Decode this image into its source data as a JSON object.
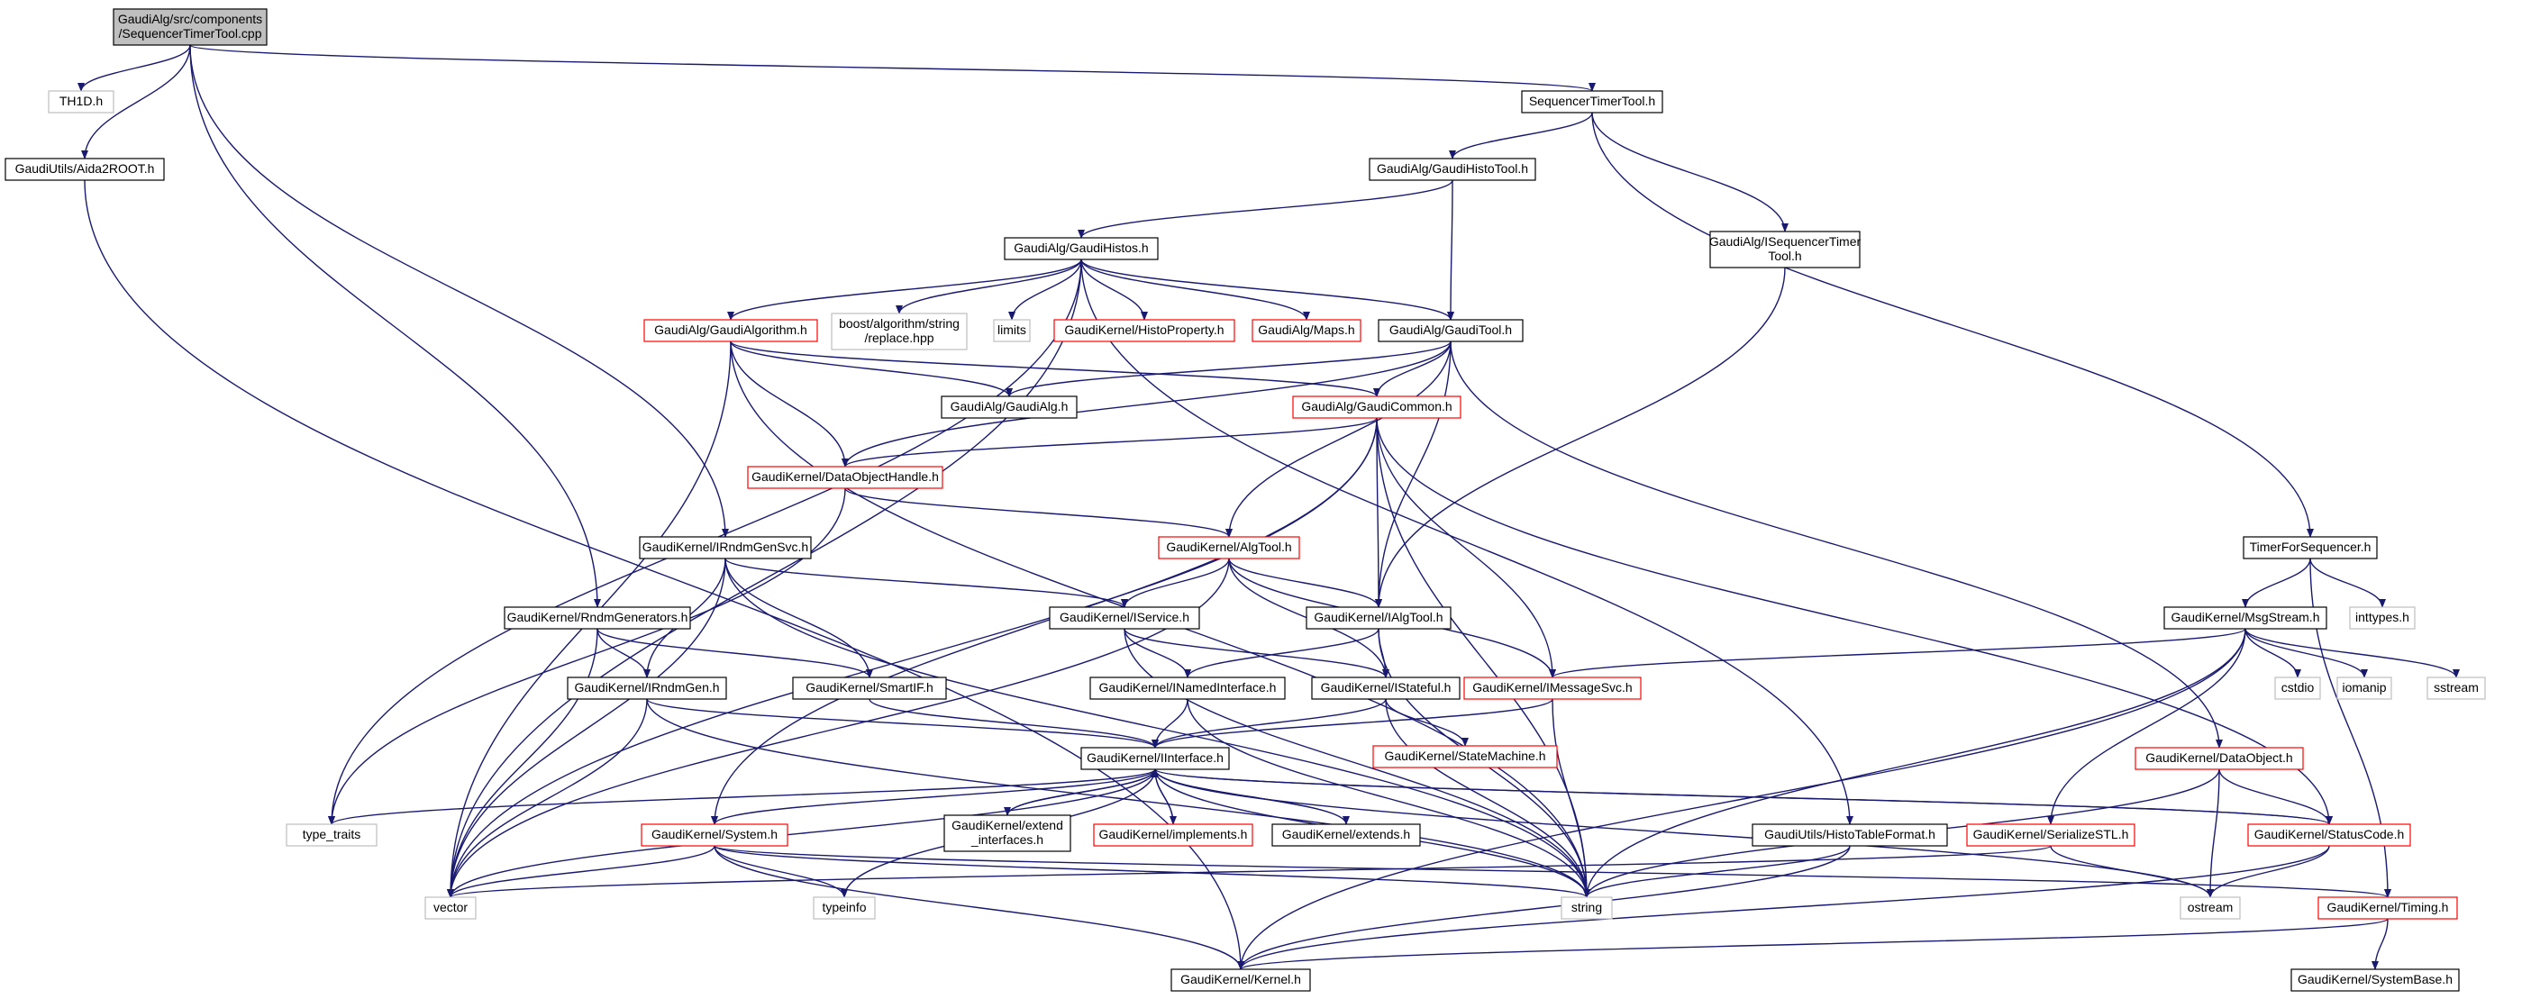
{
  "colors": {
    "edge": "#191970",
    "border_normal": "#000000",
    "border_incomplete": "#ff0000",
    "border_system": "#bfbfbf",
    "root_fill": "#bfbfbf",
    "node_fill": "#ffffff"
  },
  "nodes": [
    {
      "id": "root",
      "lines": [
        "GaudiAlg/src/components",
        "/SequencerTimerTool.cpp"
      ],
      "kind": "root"
    },
    {
      "id": "th1d",
      "lines": [
        "TH1D.h"
      ],
      "kind": "system"
    },
    {
      "id": "aida2root",
      "lines": [
        "GaudiUtils/Aida2ROOT.h"
      ],
      "kind": "normal"
    },
    {
      "id": "seqtimertool",
      "lines": [
        "SequencerTimerTool.h"
      ],
      "kind": "normal"
    },
    {
      "id": "gaudihistotool",
      "lines": [
        "GaudiAlg/GaudiHistoTool.h"
      ],
      "kind": "normal"
    },
    {
      "id": "iseqtimertool",
      "lines": [
        "GaudiAlg/ISequencerTimer",
        "Tool.h"
      ],
      "kind": "normal"
    },
    {
      "id": "gaudihistos",
      "lines": [
        "GaudiAlg/GaudiHistos.h"
      ],
      "kind": "normal"
    },
    {
      "id": "gaudialgorithm",
      "lines": [
        "GaudiAlg/GaudiAlgorithm.h"
      ],
      "kind": "incomplete"
    },
    {
      "id": "boostreplace",
      "lines": [
        "boost/algorithm/string",
        "/replace.hpp"
      ],
      "kind": "system"
    },
    {
      "id": "limits",
      "lines": [
        "limits"
      ],
      "kind": "system"
    },
    {
      "id": "histoproperty",
      "lines": [
        "GaudiKernel/HistoProperty.h"
      ],
      "kind": "incomplete"
    },
    {
      "id": "maps",
      "lines": [
        "GaudiAlg/Maps.h"
      ],
      "kind": "incomplete"
    },
    {
      "id": "gauditool",
      "lines": [
        "GaudiAlg/GaudiTool.h"
      ],
      "kind": "normal"
    },
    {
      "id": "gaudialg",
      "lines": [
        "GaudiAlg/GaudiAlg.h"
      ],
      "kind": "normal"
    },
    {
      "id": "gaudicommon",
      "lines": [
        "GaudiAlg/GaudiCommon.h"
      ],
      "kind": "incomplete"
    },
    {
      "id": "dataobjecthandle",
      "lines": [
        "GaudiKernel/DataObjectHandle.h"
      ],
      "kind": "incomplete"
    },
    {
      "id": "algtool",
      "lines": [
        "GaudiKernel/AlgTool.h"
      ],
      "kind": "incomplete"
    },
    {
      "id": "irndmgensvc",
      "lines": [
        "GaudiKernel/IRndmGenSvc.h"
      ],
      "kind": "normal"
    },
    {
      "id": "rndmgenerators",
      "lines": [
        "GaudiKernel/RndmGenerators.h"
      ],
      "kind": "normal"
    },
    {
      "id": "iservice",
      "lines": [
        "GaudiKernel/IService.h"
      ],
      "kind": "normal"
    },
    {
      "id": "ialgtool",
      "lines": [
        "GaudiKernel/IAlgTool.h"
      ],
      "kind": "normal"
    },
    {
      "id": "timerforsequencer",
      "lines": [
        "TimerForSequencer.h"
      ],
      "kind": "normal"
    },
    {
      "id": "msgstream",
      "lines": [
        "GaudiKernel/MsgStream.h"
      ],
      "kind": "normal"
    },
    {
      "id": "inttypes",
      "lines": [
        "inttypes.h"
      ],
      "kind": "system"
    },
    {
      "id": "irndmgen",
      "lines": [
        "GaudiKernel/IRndmGen.h"
      ],
      "kind": "normal"
    },
    {
      "id": "smartif",
      "lines": [
        "GaudiKernel/SmartIF.h"
      ],
      "kind": "normal"
    },
    {
      "id": "inamedinterface",
      "lines": [
        "GaudiKernel/INamedInterface.h"
      ],
      "kind": "normal"
    },
    {
      "id": "istateful",
      "lines": [
        "GaudiKernel/IStateful.h"
      ],
      "kind": "normal"
    },
    {
      "id": "imessagesvc",
      "lines": [
        "GaudiKernel/IMessageSvc.h"
      ],
      "kind": "incomplete"
    },
    {
      "id": "cstdio",
      "lines": [
        "cstdio"
      ],
      "kind": "system"
    },
    {
      "id": "iomanip",
      "lines": [
        "iomanip"
      ],
      "kind": "system"
    },
    {
      "id": "sstream",
      "lines": [
        "sstream"
      ],
      "kind": "system"
    },
    {
      "id": "statemachine",
      "lines": [
        "GaudiKernel/StateMachine.h"
      ],
      "kind": "incomplete"
    },
    {
      "id": "iinterface",
      "lines": [
        "GaudiKernel/IInterface.h"
      ],
      "kind": "normal"
    },
    {
      "id": "dataobject",
      "lines": [
        "GaudiKernel/DataObject.h"
      ],
      "kind": "incomplete"
    },
    {
      "id": "typetraits",
      "lines": [
        "type_traits"
      ],
      "kind": "system"
    },
    {
      "id": "system",
      "lines": [
        "GaudiKernel/System.h"
      ],
      "kind": "incomplete"
    },
    {
      "id": "extendinterfaces",
      "lines": [
        "GaudiKernel/extend",
        "_interfaces.h"
      ],
      "kind": "normal"
    },
    {
      "id": "implements",
      "lines": [
        "GaudiKernel/implements.h"
      ],
      "kind": "incomplete"
    },
    {
      "id": "extends",
      "lines": [
        "GaudiKernel/extends.h"
      ],
      "kind": "normal"
    },
    {
      "id": "histotableformat",
      "lines": [
        "GaudiUtils/HistoTableFormat.h"
      ],
      "kind": "normal"
    },
    {
      "id": "serializestl",
      "lines": [
        "GaudiKernel/SerializeSTL.h"
      ],
      "kind": "incomplete"
    },
    {
      "id": "statuscode",
      "lines": [
        "GaudiKernel/StatusCode.h"
      ],
      "kind": "incomplete"
    },
    {
      "id": "vector",
      "lines": [
        "vector"
      ],
      "kind": "system"
    },
    {
      "id": "typeinfo",
      "lines": [
        "typeinfo"
      ],
      "kind": "system"
    },
    {
      "id": "string",
      "lines": [
        "string"
      ],
      "kind": "system"
    },
    {
      "id": "ostream",
      "lines": [
        "ostream"
      ],
      "kind": "system"
    },
    {
      "id": "timing",
      "lines": [
        "GaudiKernel/Timing.h"
      ],
      "kind": "incomplete"
    },
    {
      "id": "kernel",
      "lines": [
        "GaudiKernel/Kernel.h"
      ],
      "kind": "normal"
    },
    {
      "id": "systembase",
      "lines": [
        "GaudiKernel/SystemBase.h"
      ],
      "kind": "normal"
    }
  ],
  "edges": [
    [
      "root",
      "th1d"
    ],
    [
      "root",
      "aida2root"
    ],
    [
      "root",
      "seqtimertool"
    ],
    [
      "root",
      "irndmgensvc"
    ],
    [
      "root",
      "rndmgenerators"
    ],
    [
      "aida2root",
      "kernel"
    ],
    [
      "seqtimertool",
      "gaudihistotool"
    ],
    [
      "seqtimertool",
      "iseqtimertool"
    ],
    [
      "seqtimertool",
      "timerforsequencer"
    ],
    [
      "gaudihistotool",
      "gaudihistos"
    ],
    [
      "gaudihistotool",
      "gauditool"
    ],
    [
      "iseqtimertool",
      "ialgtool"
    ],
    [
      "gaudihistos",
      "gaudialgorithm"
    ],
    [
      "gaudihistos",
      "boostreplace"
    ],
    [
      "gaudihistos",
      "limits"
    ],
    [
      "gaudihistos",
      "histoproperty"
    ],
    [
      "gaudihistos",
      "maps"
    ],
    [
      "gaudihistos",
      "gauditool"
    ],
    [
      "gaudihistos",
      "histotableformat"
    ],
    [
      "gaudihistos",
      "vector"
    ],
    [
      "gaudihistos",
      "typetraits"
    ],
    [
      "gaudialgorithm",
      "gaudialg"
    ],
    [
      "gaudialgorithm",
      "gaudicommon"
    ],
    [
      "gaudialgorithm",
      "dataobjecthandle"
    ],
    [
      "gaudialgorithm",
      "vector"
    ],
    [
      "gaudialgorithm",
      "string"
    ],
    [
      "gauditool",
      "gaudialg"
    ],
    [
      "gauditool",
      "gaudicommon"
    ],
    [
      "gauditool",
      "dataobjecthandle"
    ],
    [
      "gauditool",
      "algtool"
    ],
    [
      "gauditool",
      "ialgtool"
    ],
    [
      "gauditool",
      "dataobject"
    ],
    [
      "gaudicommon",
      "dataobjecthandle"
    ],
    [
      "gaudicommon",
      "ialgtool"
    ],
    [
      "gaudicommon",
      "imessagesvc"
    ],
    [
      "gaudicommon",
      "statuscode"
    ],
    [
      "gaudicommon",
      "string"
    ],
    [
      "gaudicommon",
      "vector"
    ],
    [
      "gaudicommon",
      "system"
    ],
    [
      "dataobjecthandle",
      "algtool"
    ],
    [
      "dataobjecthandle",
      "typetraits"
    ],
    [
      "algtool",
      "iservice"
    ],
    [
      "algtool",
      "ialgtool"
    ],
    [
      "algtool",
      "istateful"
    ],
    [
      "algtool",
      "imessagesvc"
    ],
    [
      "algtool",
      "vector"
    ],
    [
      "irndmgensvc",
      "iservice"
    ],
    [
      "irndmgensvc",
      "smartif"
    ],
    [
      "irndmgensvc",
      "irndmgen"
    ],
    [
      "irndmgensvc",
      "string"
    ],
    [
      "irndmgensvc",
      "vector"
    ],
    [
      "rndmgenerators",
      "irndmgen"
    ],
    [
      "rndmgenerators",
      "smartif"
    ],
    [
      "rndmgenerators",
      "vector"
    ],
    [
      "iservice",
      "inamedinterface"
    ],
    [
      "iservice",
      "istateful"
    ],
    [
      "iservice",
      "string"
    ],
    [
      "ialgtool",
      "inamedinterface"
    ],
    [
      "ialgtool",
      "istateful"
    ],
    [
      "ialgtool",
      "string"
    ],
    [
      "timerforsequencer",
      "msgstream"
    ],
    [
      "timerforsequencer",
      "inttypes"
    ],
    [
      "timerforsequencer",
      "timing"
    ],
    [
      "msgstream",
      "imessagesvc"
    ],
    [
      "msgstream",
      "serializestl"
    ],
    [
      "msgstream",
      "cstdio"
    ],
    [
      "msgstream",
      "iomanip"
    ],
    [
      "msgstream",
      "sstream"
    ],
    [
      "msgstream",
      "string"
    ],
    [
      "msgstream",
      "kernel"
    ],
    [
      "irndmgen",
      "iinterface"
    ],
    [
      "irndmgen",
      "vector"
    ],
    [
      "irndmgen",
      "string"
    ],
    [
      "smartif",
      "iinterface"
    ],
    [
      "inamedinterface",
      "iinterface"
    ],
    [
      "inamedinterface",
      "string"
    ],
    [
      "istateful",
      "iinterface"
    ],
    [
      "istateful",
      "statemachine"
    ],
    [
      "istateful",
      "string"
    ],
    [
      "imessagesvc",
      "iinterface"
    ],
    [
      "imessagesvc",
      "string"
    ],
    [
      "iinterface",
      "system"
    ],
    [
      "iinterface",
      "typetraits"
    ],
    [
      "iinterface",
      "typeinfo"
    ],
    [
      "iinterface",
      "ostream"
    ],
    [
      "iinterface",
      "statuscode"
    ],
    [
      "iinterface",
      "extendinterfaces"
    ],
    [
      "iinterface",
      "implements"
    ],
    [
      "iinterface",
      "extends"
    ],
    [
      "iinterface",
      "vector"
    ],
    [
      "iinterface",
      "string"
    ],
    [
      "extendinterfaces",
      "iinterface"
    ],
    [
      "implements",
      "iinterface"
    ],
    [
      "extends",
      "iinterface"
    ],
    [
      "statuscode",
      "iinterface"
    ],
    [
      "dataobject",
      "statuscode"
    ],
    [
      "dataobject",
      "string"
    ],
    [
      "dataobject",
      "ostream"
    ],
    [
      "system",
      "vector"
    ],
    [
      "system",
      "typeinfo"
    ],
    [
      "system",
      "string"
    ],
    [
      "system",
      "kernel"
    ],
    [
      "system",
      "timing"
    ],
    [
      "histotableformat",
      "string"
    ],
    [
      "histotableformat",
      "kernel"
    ],
    [
      "serializestl",
      "ostream"
    ],
    [
      "serializestl",
      "vector"
    ],
    [
      "statuscode",
      "ostream"
    ],
    [
      "statuscode",
      "kernel"
    ],
    [
      "timing",
      "kernel"
    ],
    [
      "timing",
      "systembase"
    ]
  ]
}
